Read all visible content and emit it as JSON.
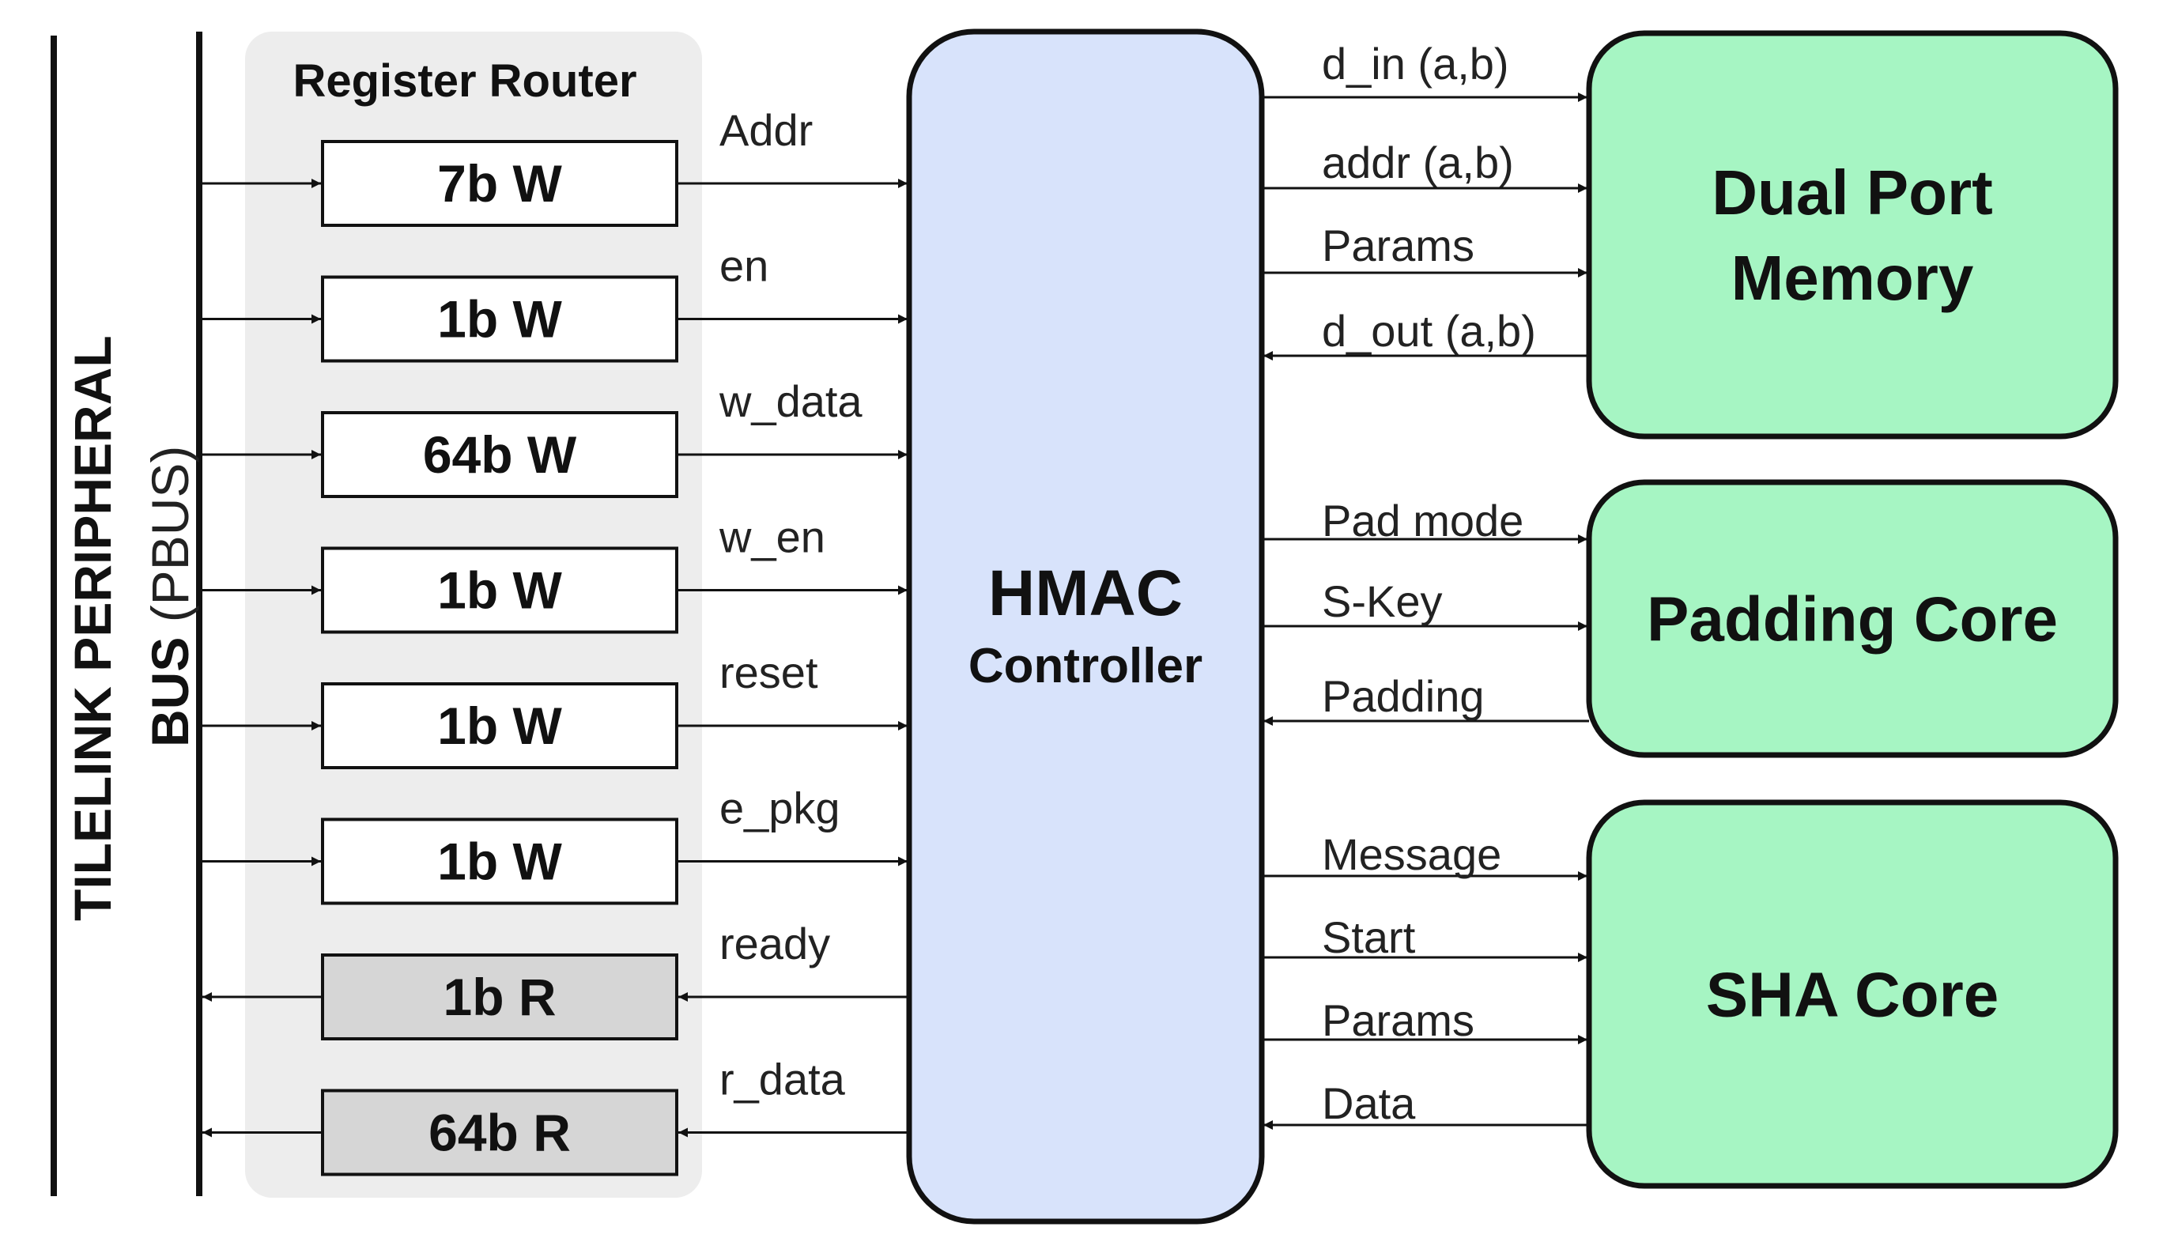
{
  "bus": {
    "label_bold": "TILELINK PERIPHERAL",
    "label_line2_bold": "BUS",
    "label_line2_normal": " (PBUS)"
  },
  "router": {
    "title": "Register Router",
    "registers": [
      {
        "label": "7b W",
        "signal": "Addr",
        "direction": "write"
      },
      {
        "label": "1b W",
        "signal": "en",
        "direction": "write"
      },
      {
        "label": "64b W",
        "signal": "w_data",
        "direction": "write"
      },
      {
        "label": "1b W",
        "signal": "w_en",
        "direction": "write"
      },
      {
        "label": "1b W",
        "signal": "reset",
        "direction": "write"
      },
      {
        "label": "1b W",
        "signal": "e_pkg",
        "direction": "write"
      },
      {
        "label": "1b R",
        "signal": "ready",
        "direction": "read"
      },
      {
        "label": "64b R",
        "signal": "r_data",
        "direction": "read"
      }
    ]
  },
  "controller": {
    "title": "HMAC",
    "subtitle": "Controller"
  },
  "blocks": [
    {
      "id": "dual-port-memory",
      "lines": [
        "Dual Port",
        "Memory"
      ],
      "signals": [
        {
          "label": "d_in (a,b)",
          "direction": "out"
        },
        {
          "label": "addr (a,b)",
          "direction": "out"
        },
        {
          "label": "Params",
          "direction": "out"
        },
        {
          "label": "d_out (a,b)",
          "direction": "in"
        }
      ]
    },
    {
      "id": "padding-core",
      "lines": [
        "Padding Core"
      ],
      "signals": [
        {
          "label": "Pad mode",
          "direction": "out"
        },
        {
          "label": "S-Key",
          "direction": "out"
        },
        {
          "label": "Padding",
          "direction": "in"
        }
      ]
    },
    {
      "id": "sha-core",
      "lines": [
        "SHA Core"
      ],
      "signals": [
        {
          "label": "Message",
          "direction": "out"
        },
        {
          "label": "Start",
          "direction": "out"
        },
        {
          "label": "Params",
          "direction": "out"
        },
        {
          "label": "Data",
          "direction": "in"
        }
      ]
    }
  ],
  "colors": {
    "router_bg": "#ededed",
    "write_reg": "#ffffff",
    "read_reg": "#d6d6d6",
    "controller": "#d8e3fb",
    "block": "#a6f5c3",
    "stroke": "#111111"
  }
}
